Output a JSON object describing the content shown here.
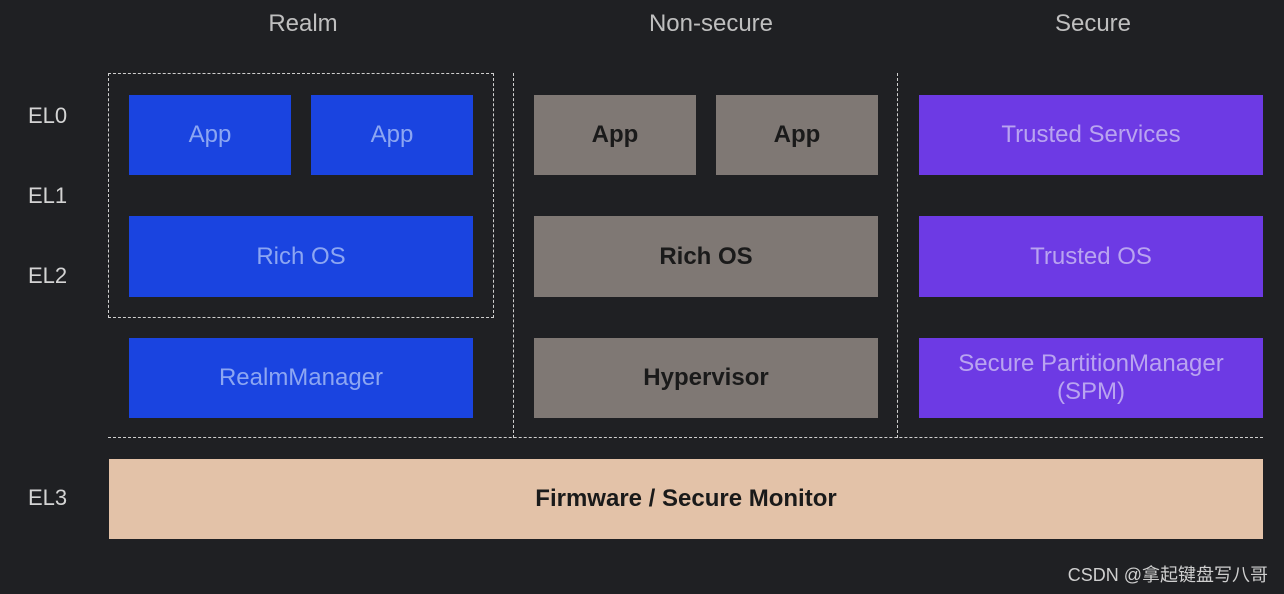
{
  "columns": {
    "realm": "Realm",
    "nonsecure": "Non-secure",
    "secure": "Secure"
  },
  "levels": {
    "el0": "EL0",
    "el1": "EL1",
    "el2": "EL2",
    "el3": "EL3"
  },
  "realm": {
    "app1": "App",
    "app2": "App",
    "rich_os": "Rich OS",
    "manager": "RealmManager"
  },
  "nonsecure": {
    "app1": "App",
    "app2": "App",
    "rich_os": "Rich OS",
    "hypervisor": "Hypervisor"
  },
  "secure": {
    "services": "Trusted Services",
    "os": "Trusted OS",
    "spm": "Secure PartitionManager\n(SPM)"
  },
  "firmware": "Firmware / Secure Monitor",
  "watermark": "CSDN @拿起键盘写八哥",
  "colors": {
    "background": "#1f2023",
    "realm": "#1a44e0",
    "nonsecure": "#7f7874",
    "secure": "#6d3ae4",
    "firmware": "#e3c2a8"
  }
}
